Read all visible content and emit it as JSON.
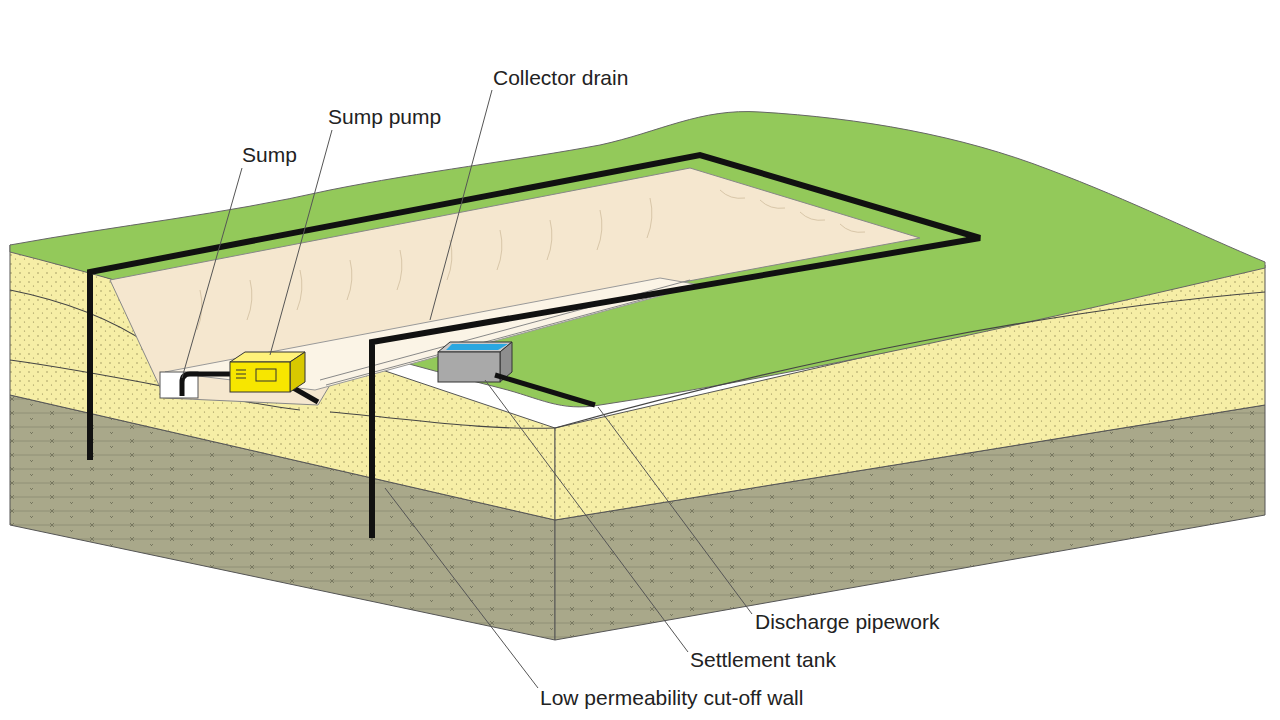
{
  "diagram": {
    "labels": [
      "Collector drain",
      "Sump pump",
      "Sump",
      "Discharge pipework",
      "Settlement tank",
      "Low permeability cut-off wall"
    ]
  }
}
